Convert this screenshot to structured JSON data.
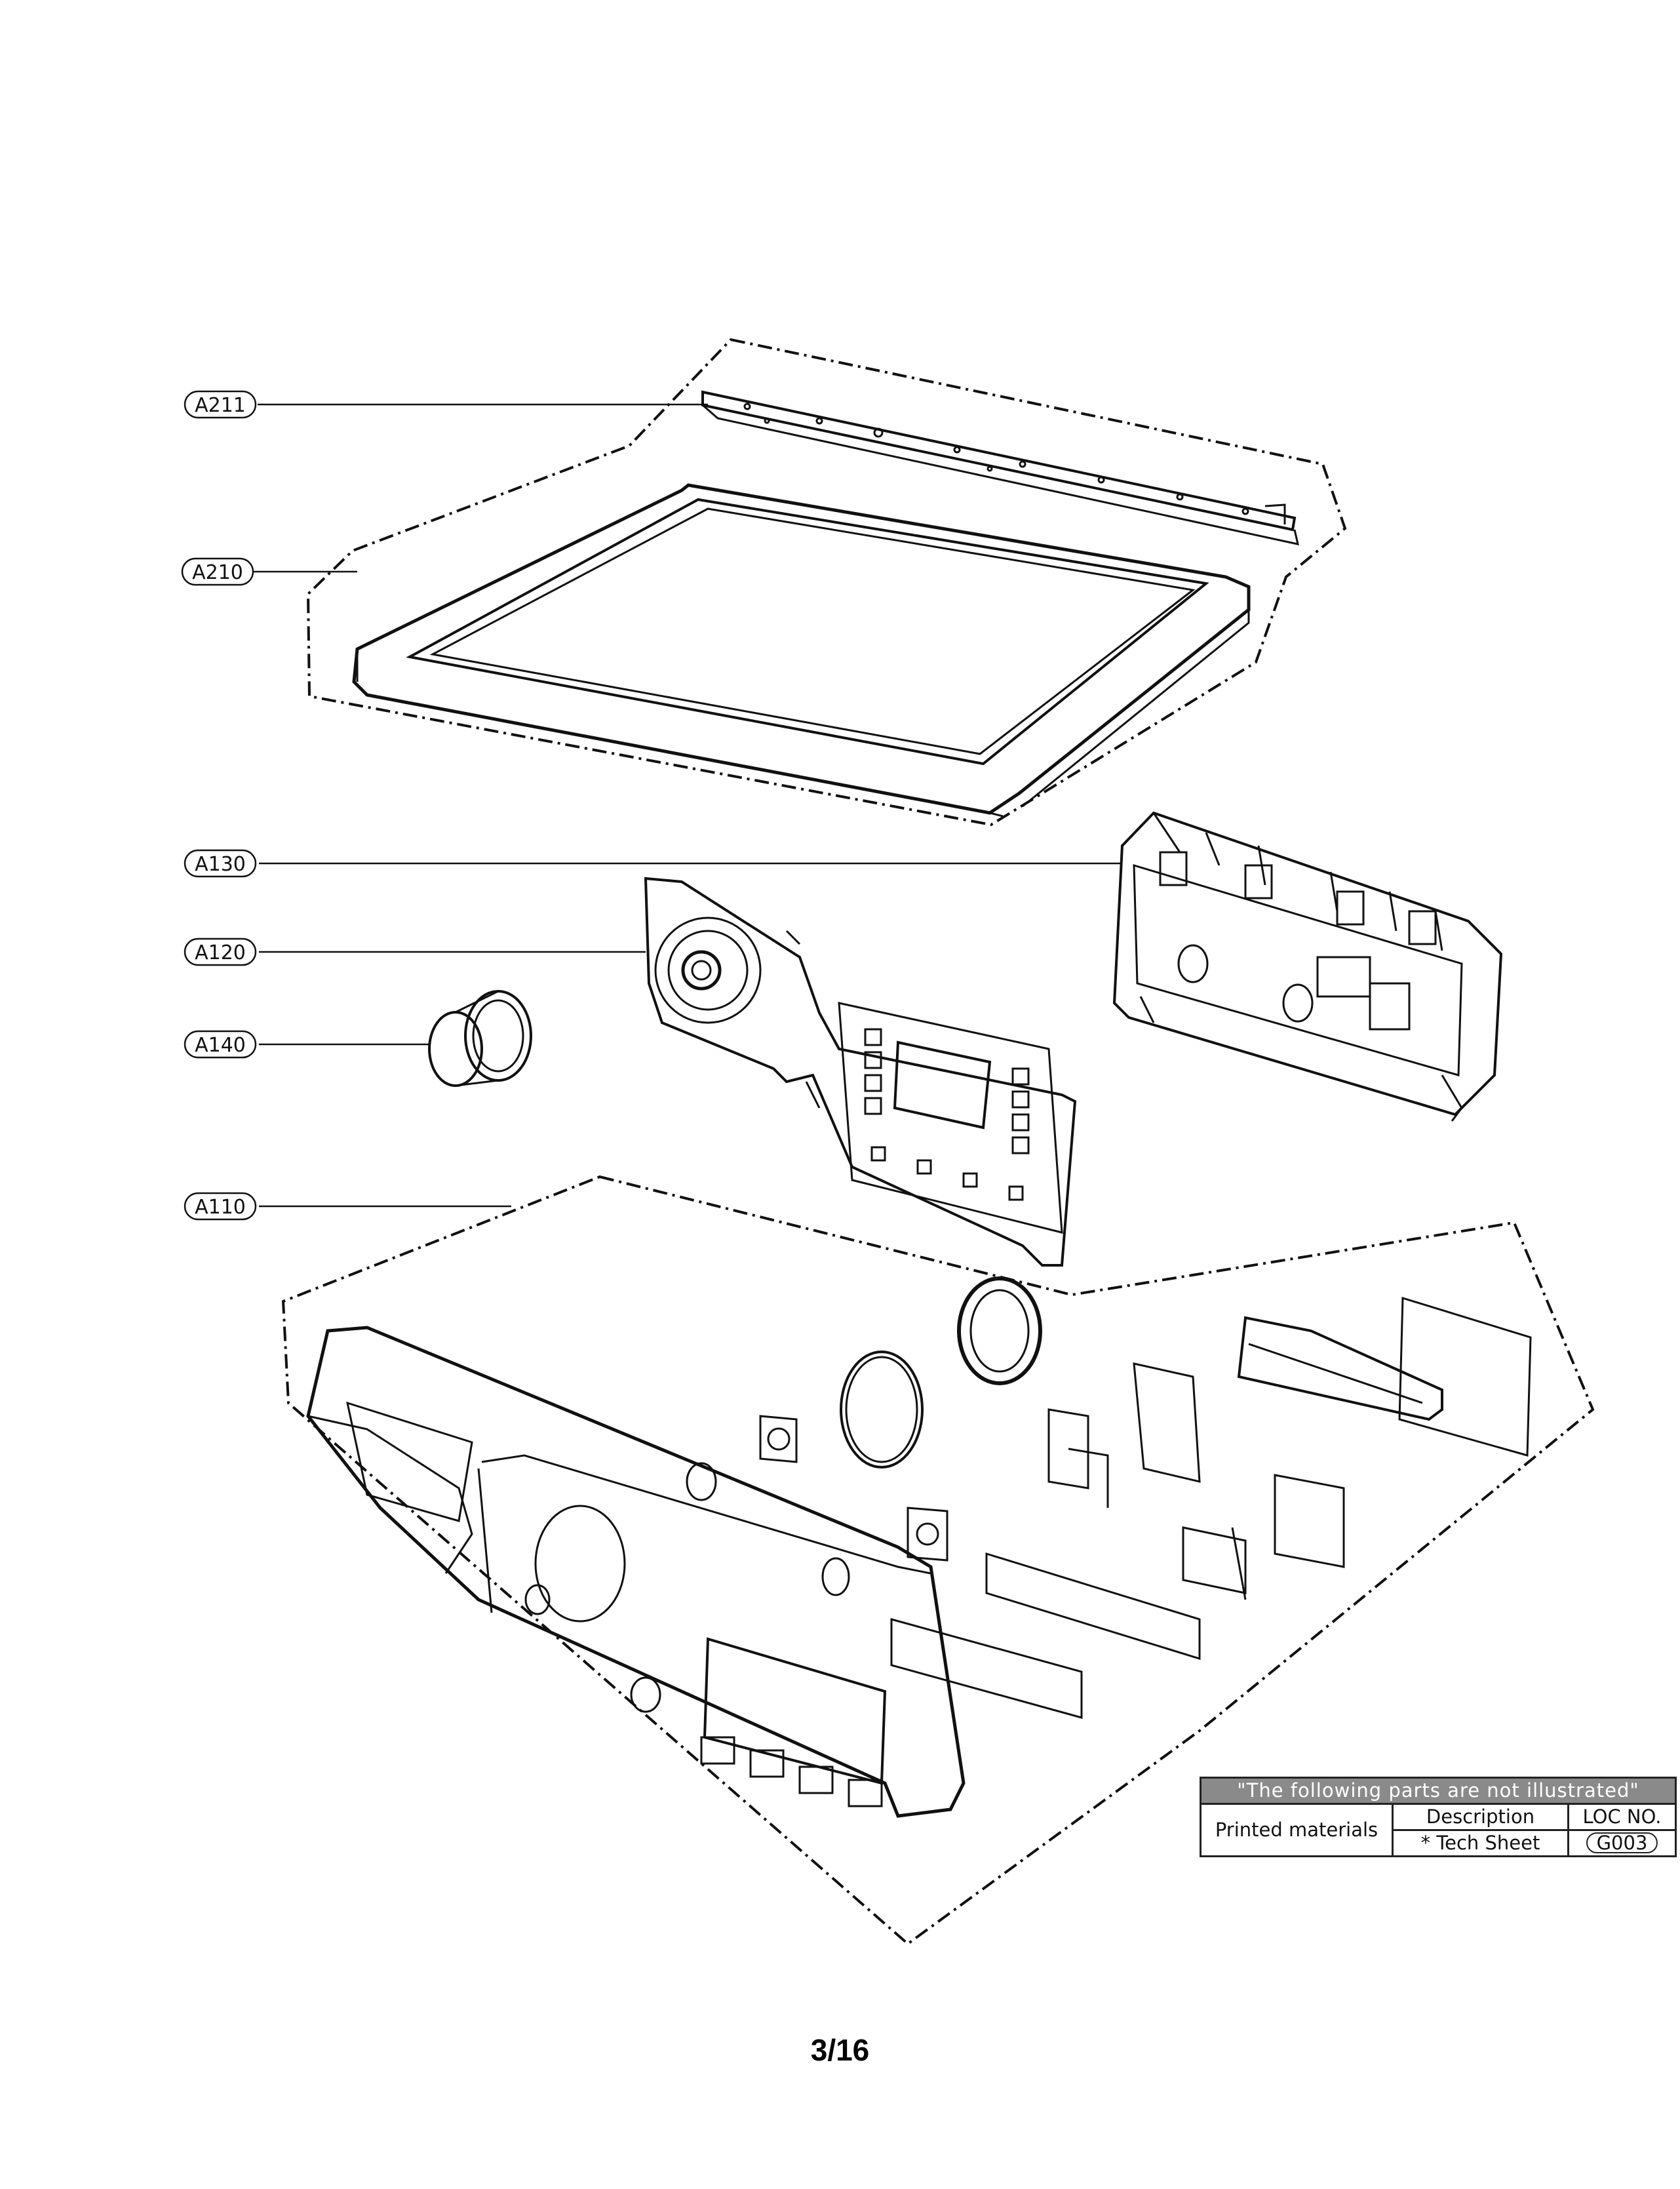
{
  "callouts": {
    "a211": "A211",
    "a210": "A210",
    "a130": "A130",
    "a120": "A120",
    "a140": "A140",
    "a110": "A110"
  },
  "notes_table": {
    "header": "\"The following parts are not illustrated\"",
    "row_label": "Printed materials",
    "col_description": "Description",
    "col_loc": "LOC NO.",
    "item_description": "* Tech Sheet",
    "item_loc": "G003"
  },
  "page_number": "3/16"
}
